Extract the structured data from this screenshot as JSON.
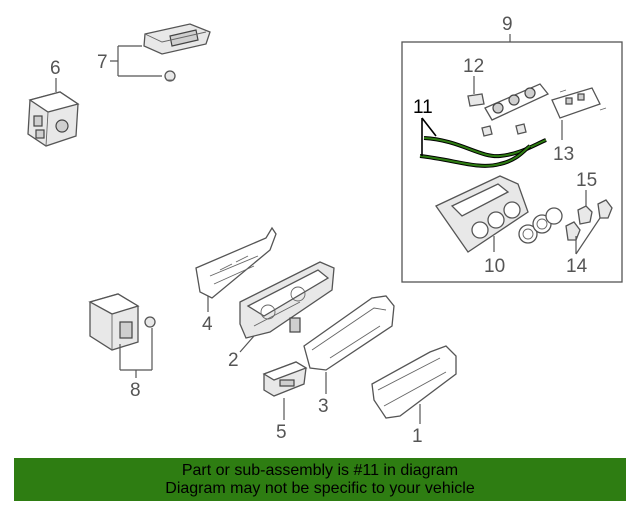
{
  "callouts": {
    "c1": "1",
    "c2": "2",
    "c3": "3",
    "c4": "4",
    "c5": "5",
    "c6": "6",
    "c7": "7",
    "c8": "8",
    "c9": "9",
    "c10": "10",
    "c11": "11",
    "c12": "12",
    "c13": "13",
    "c14": "14",
    "c15": "15"
  },
  "banner": {
    "line1": "Part or sub-assembly is #11 in diagram",
    "line2": "Diagram may not be specific to your vehicle",
    "background": "#2e7d12"
  },
  "colors": {
    "highlight_part": "#2e7d12",
    "line_art": "#555555"
  }
}
